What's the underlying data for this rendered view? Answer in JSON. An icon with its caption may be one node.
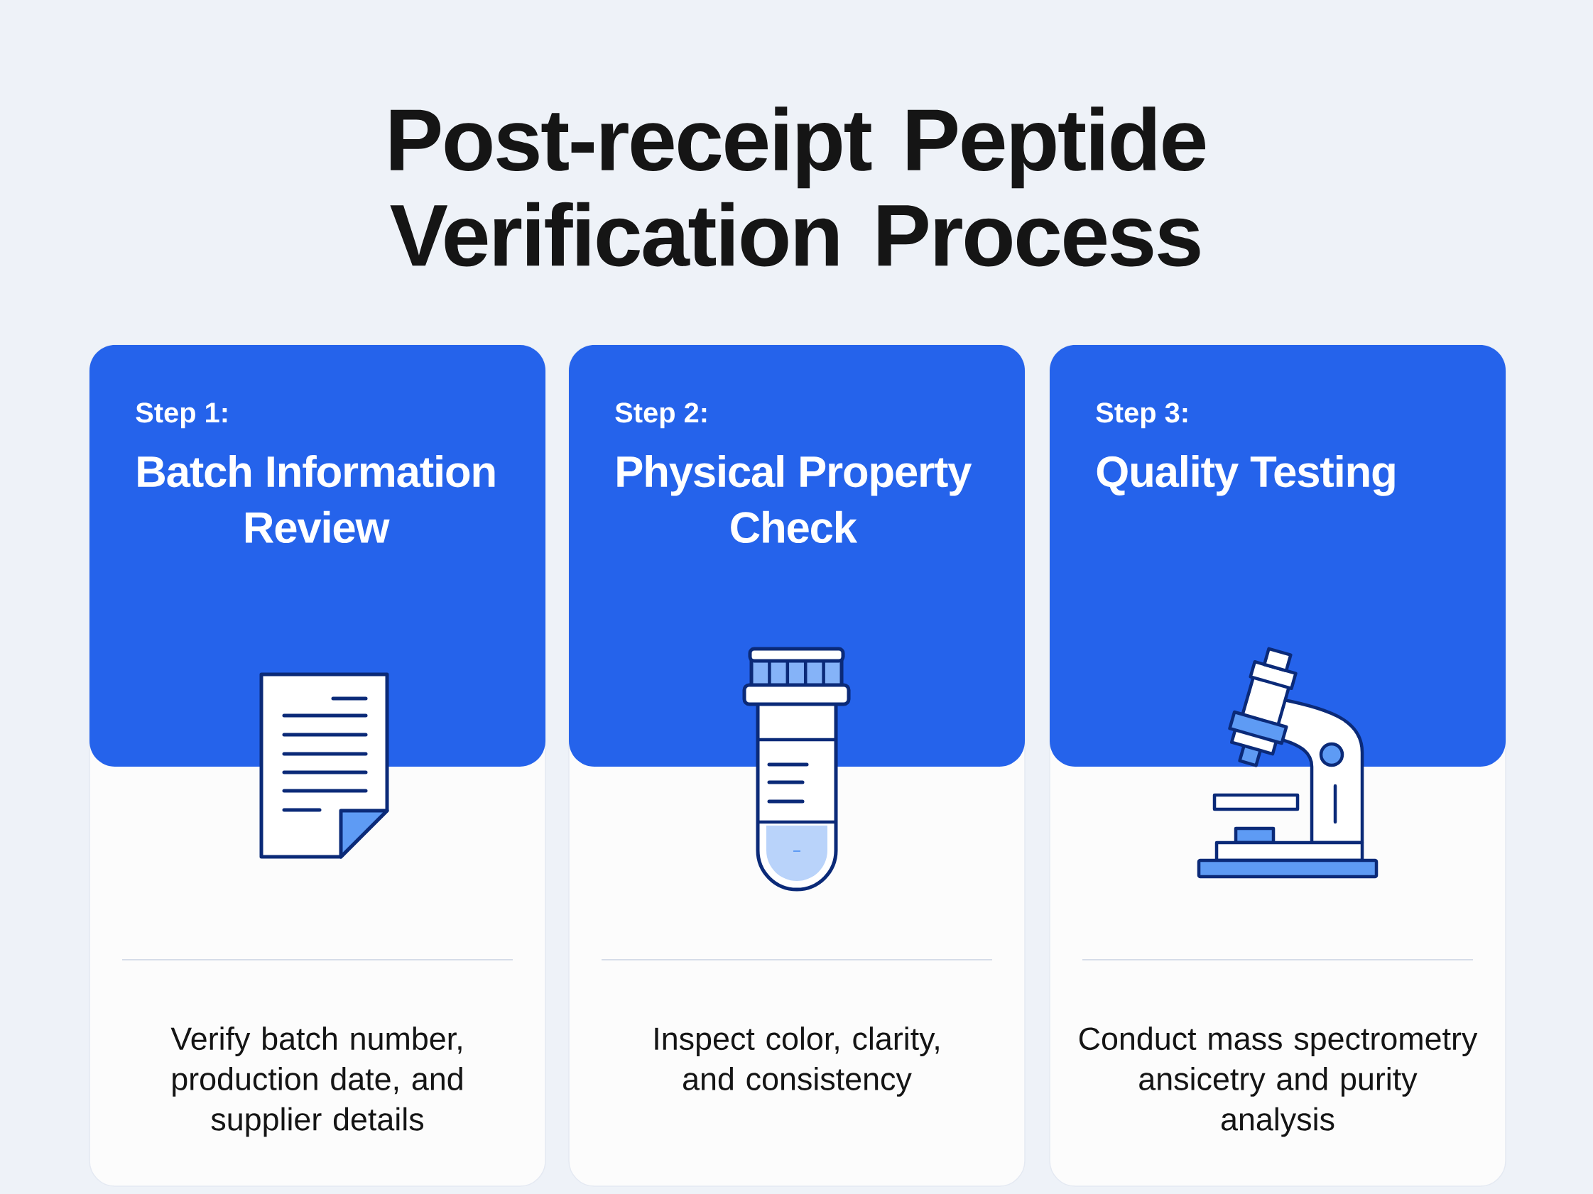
{
  "diagram": {
    "title": "Post-receipt Peptide Verification Process",
    "nodes": [
      {
        "text": [
          "Step 1:",
          "Batch Information Review",
          "Verify batch number, production date, and supplier details"
        ]
      },
      {
        "text": [
          "Step 2:",
          "Physical Property Check",
          "Inspect color, clarity, and consistency"
        ]
      },
      {
        "text": [
          "Step 3:",
          "Quality Testing",
          "Conduct mass spectrometry ansicetry and purity analysis"
        ]
      }
    ]
  }
}
